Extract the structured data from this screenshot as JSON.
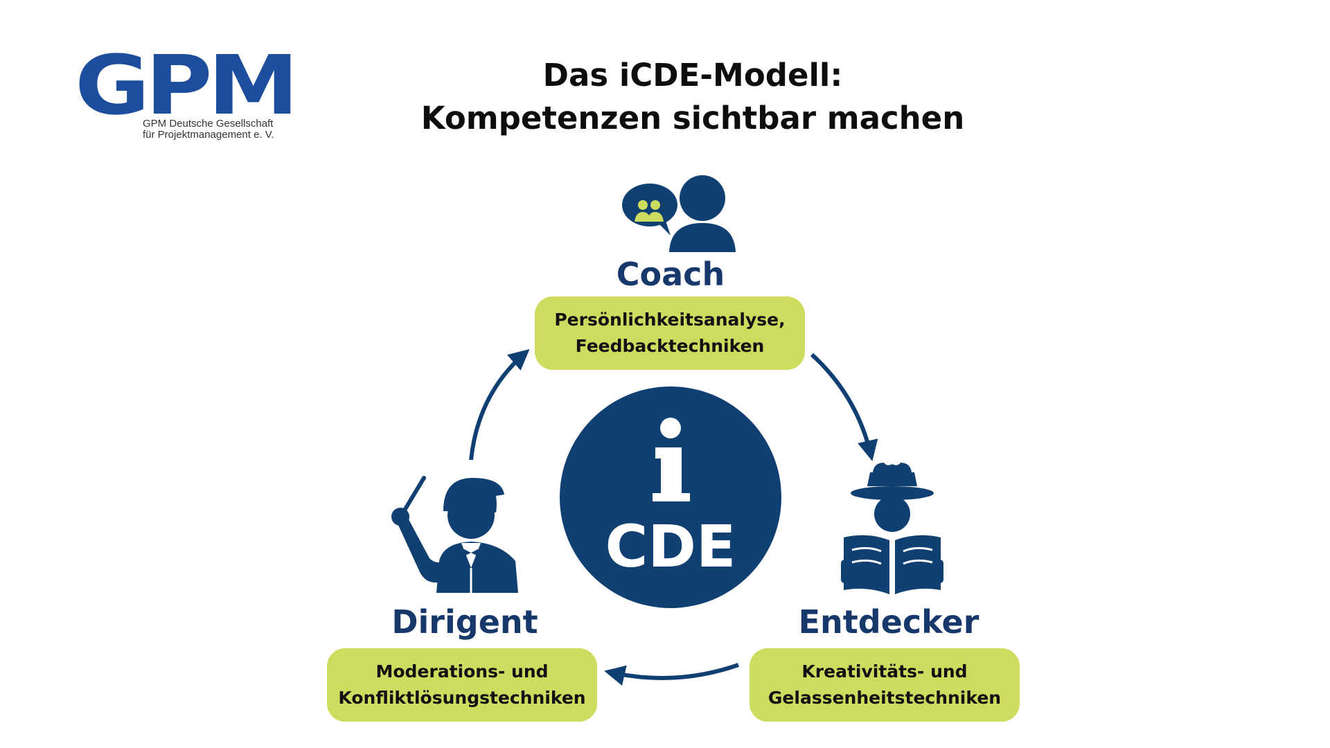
{
  "logo": {
    "text": "GPM",
    "line1": "GPM Deutsche Gesellschaft",
    "line2": "für Projektmanagement e. V."
  },
  "title": {
    "line1": "Das iCDE-Modell:",
    "line2": "Kompetenzen sichtbar machen"
  },
  "center": {
    "letter": "i",
    "text": "CDE"
  },
  "roles": {
    "coach": {
      "label": "Coach",
      "box_line1": "Persönlichkeitsanalyse,",
      "box_line2": "Feedbacktechniken",
      "icon": "coach-speech-bubble-person-icon"
    },
    "entdecker": {
      "label": "Entdecker",
      "box_line1": "Kreativitäts- und",
      "box_line2": "Gelassenheitstechniken",
      "icon": "explorer-reading-book-icon"
    },
    "dirigent": {
      "label": "Dirigent",
      "box_line1": "Moderations- und",
      "box_line2": "Konfliktlösungstechniken",
      "icon": "conductor-baton-icon"
    }
  },
  "colors": {
    "navy": "#103f72",
    "label_blue": "#17386b",
    "lime": "#cddb5f",
    "logo_blue": "#1d4e9e"
  }
}
